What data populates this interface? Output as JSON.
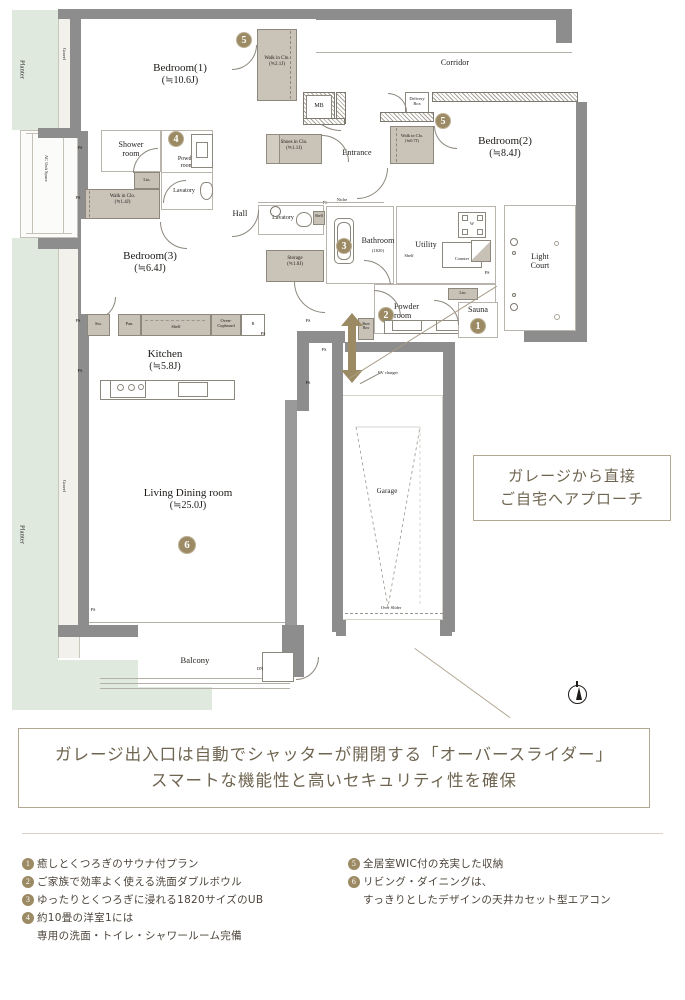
{
  "plan": {
    "rooms": [
      {
        "name": "Bedroom(1)",
        "area": "(≒10.6J)"
      },
      {
        "name": "Bedroom(2)",
        "area": "(≒8.4J)"
      },
      {
        "name": "Bedroom(3)",
        "area": "(≒6.4J)"
      },
      {
        "name": "Kitchen",
        "area": "(≒5.8J)"
      },
      {
        "name": "Living Dining room",
        "area": "(≒25.0J)"
      },
      {
        "name": "Bathroom",
        "area": "(1820)"
      }
    ],
    "bedroom1_name": "Bedroom(1)",
    "bedroom1_area": "(≒10.6J)",
    "bedroom2_name": "Bedroom(2)",
    "bedroom2_area": "(≒8.4J)",
    "bedroom3_name": "Bedroom(3)",
    "bedroom3_area": "(≒6.4J)",
    "kitchen_name": "Kitchen",
    "kitchen_area": "(≒5.8J)",
    "ldk_name": "Living Dining room",
    "ldk_area": "(≒25.0J)",
    "bathroom_name": "Bathroom",
    "bathroom_area": "(1820)",
    "wic1_name": "Walk in Clo.",
    "wic1_area": "(≒2.1J)",
    "wic2_name": "Walk in Clo.",
    "wic2_area": "(≒1.4J)",
    "wic3_name": "Walk in Clo.",
    "wic3_area": "(≒0.7J)",
    "shoes_name": "Shoes in Clo.",
    "shoes_area": "(≒1.1J)",
    "storage_name": "Storage",
    "storage_area": "(≒1.0J)",
    "shower_room": "Shower\nroom",
    "shower_room_l1": "Shower",
    "shower_room_l2": "room",
    "powder_room_l1": "Powder",
    "powder_room_l2": "room",
    "powder_room2_l1": "Powder",
    "powder_room2_l2": "room",
    "sauna": "Sauna",
    "utility": "Utility",
    "entrance": "Entrance",
    "corridor": "Corridor",
    "hall": "Hall",
    "balcony": "Balcony",
    "garage": "Garage",
    "light_court_l1": "Light",
    "light_court_l2": "Court",
    "lavatory1": "Lavatory",
    "lavatory2": "Lavatory",
    "mb": "MB",
    "delivery_box_l1": "Delivery",
    "delivery_box_l2": "Box",
    "niche": "Niche",
    "lin1": "Lin.",
    "lin2": "Lin.",
    "shelf_bath": "Shelf",
    "shelf_util": "Shelf",
    "shelf_kitchen": "Shelf",
    "counter": "Counter",
    "washer": "W",
    "sto": "Sto.",
    "pan": "Pan.",
    "oven_cupboard_l1": "Oven-",
    "oven_cupboard_l2": "Cupboard",
    "fridge": "R",
    "shoe_box_l1": "Shoe",
    "shoe_box_l2": "Box",
    "ev_charger": "EV charger",
    "over_slider": "Over Slider",
    "dn": "DN",
    "planter_top": "Planter",
    "planter_bottom": "Planter",
    "gravel_top": "Gravel",
    "gravel_mid": "Gravel",
    "ac_unit_space": "AC Unit Space",
    "ps": "PS",
    "compass_icon": "north-compass"
  },
  "callouts": {
    "garage_access_l1": "ガレージから直接",
    "garage_access_l2": "ご自宅へアプローチ",
    "shutter_l1": "ガレージ出入口は自動でシャッターが開閉する「オーバースライダー」",
    "shutter_l2": "スマートな機能性と高いセキュリティ性を確保"
  },
  "legend": {
    "left": [
      {
        "num": "1",
        "line1": "癒しとくつろぎのサウナ付プラン",
        "line2": ""
      },
      {
        "num": "2",
        "line1": "ご家族で効率よく使える洗面ダブルボウル",
        "line2": ""
      },
      {
        "num": "3",
        "line1": "ゆったりとくつろぎに浸れる1820サイズのUB",
        "line2": ""
      },
      {
        "num": "4",
        "line1": "約10畳の洋室1には",
        "line2": "専用の洗面・トイレ・シャワールーム完備"
      }
    ],
    "right": [
      {
        "num": "5",
        "line1": "全居室WIC付の充実した収納",
        "line2": ""
      },
      {
        "num": "6",
        "line1": "リビング・ダイニングは、",
        "line2": "すっきりとしたデザインの天井カセット型エアコン"
      }
    ]
  },
  "badges": {
    "b1": "1",
    "b2": "2",
    "b3": "3",
    "b4": "4",
    "b5a": "5",
    "b5b": "5",
    "b5c": "5",
    "b6": "6"
  },
  "colors": {
    "accent": "#9b8a63",
    "wall": "#8d8d8d",
    "closet": "#c9c3b8",
    "green": "#dfe9dd",
    "callout_border": "#b3a893",
    "callout_text": "#6e6450"
  }
}
